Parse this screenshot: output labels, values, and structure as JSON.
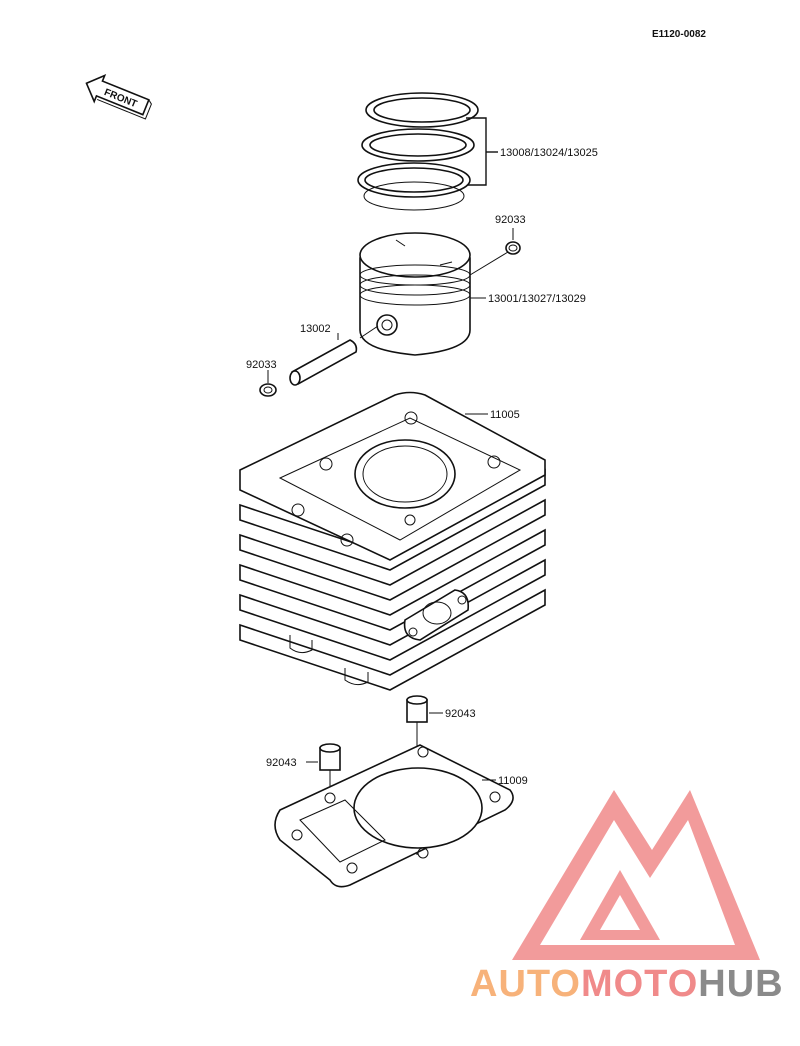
{
  "diagram_code": "E1120-0082",
  "front_label": "FRONT",
  "parts": {
    "rings": "13008/13024/13025",
    "piston": "13001/13027/13029",
    "clip_top": "92033",
    "clip_left": "92033",
    "pin": "13002",
    "cylinder": "11005",
    "dowel_right": "92043",
    "dowel_left": "92043",
    "gasket": "11009"
  },
  "watermark": {
    "part1": "AUTO",
    "part2": "MOTO",
    "part3": "HUB",
    "color1": "#f7b27a",
    "color2": "#f08a8a",
    "color3": "#8a8a8a",
    "logo_color": "#f08a8a"
  }
}
